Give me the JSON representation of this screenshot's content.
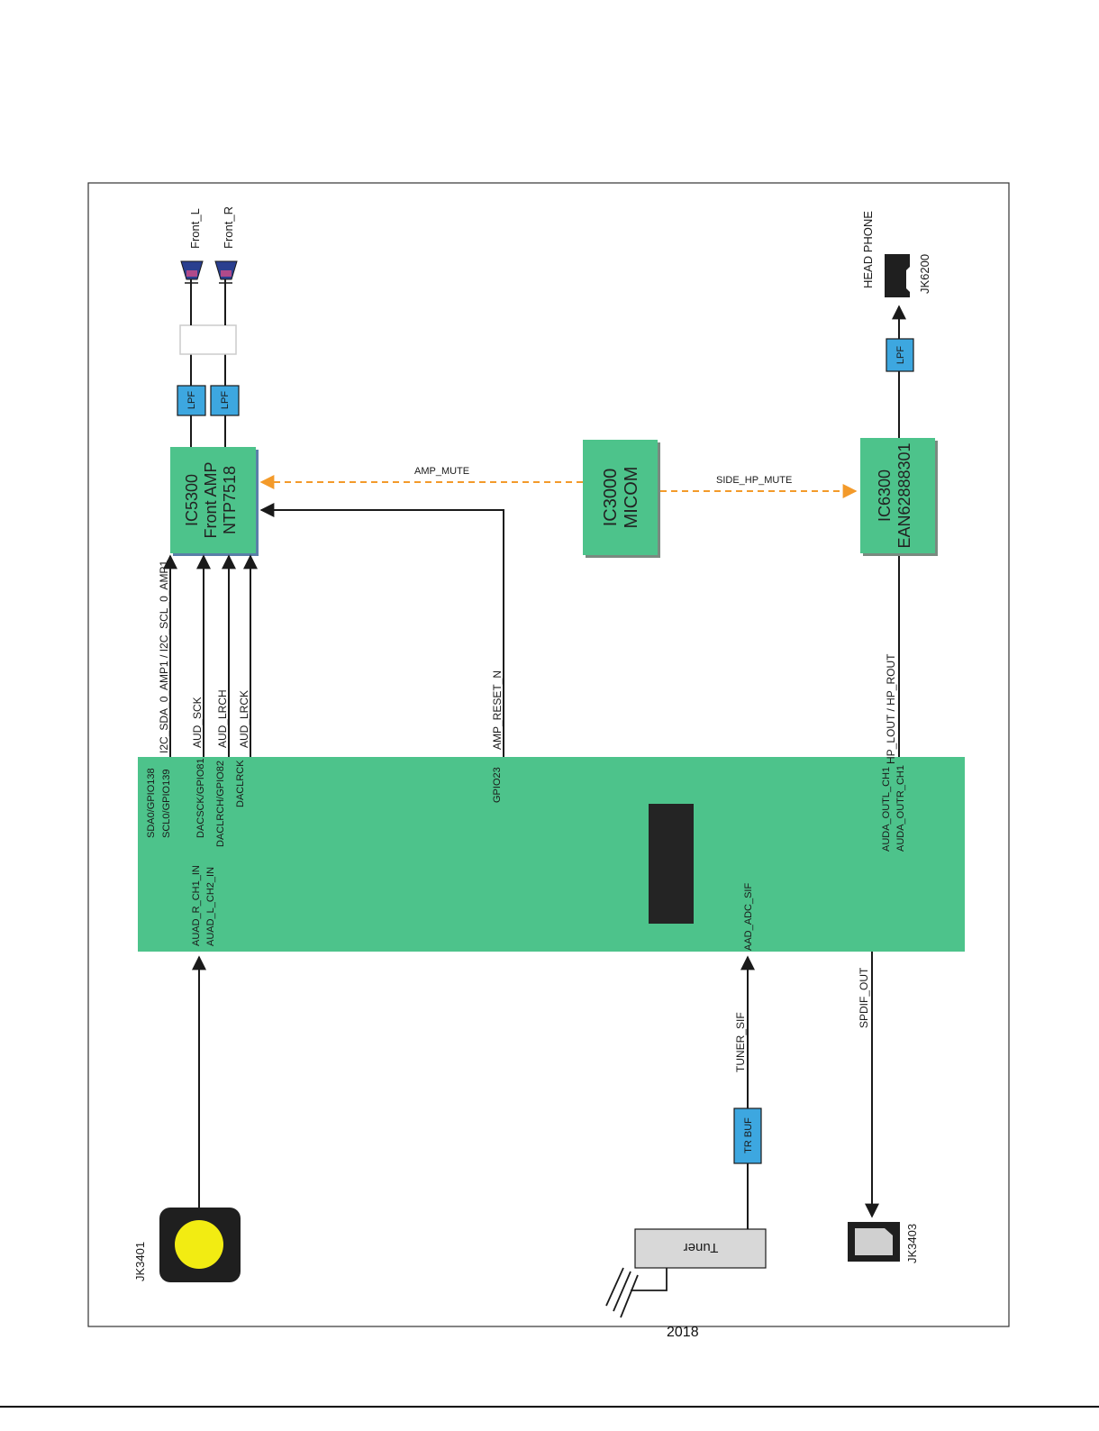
{
  "page_number": "2018",
  "colors": {
    "chip_green": "#4dc38b",
    "filter_blue": "#3da7e0",
    "mute_arrow_orange": "#f39a2a",
    "line": "#222222",
    "black_block": "#242424",
    "yellow_jack": "#f2ec12"
  },
  "blocks": {
    "ic5300": {
      "line1": "IC5300",
      "line2": "Front AMP",
      "line3": "NTP7518"
    },
    "ic3000": {
      "line1": "IC3000",
      "line2": "MICOM"
    },
    "ic6300": {
      "line1": "IC6300",
      "line2": "EAN62888301"
    },
    "lpf": "LPF",
    "trbuf": "TR BUF",
    "tuner": "Tuner"
  },
  "speakers": {
    "left": "Front_L",
    "right": "Front_R"
  },
  "jacks": {
    "headphone_label": "HEAD PHONE",
    "headphone_ref": "JK6200",
    "av_ref": "JK3401",
    "spdif_ref": "JK3403"
  },
  "signals": {
    "i2c": "I2C_SDA_0_AMP1 / I2C_SCL_0_AMP1",
    "aud_sck": "AUD_SCK",
    "aud_lrch": "AUD_LRCH",
    "aud_lrck": "AUD_LRCK",
    "amp_reset": "AMP_RESET_N",
    "amp_mute": "AMP_MUTE",
    "side_hp_mute": "SIDE_HP_MUTE",
    "hp_out": "HP_LOUT / HP_ROUT",
    "spdif_out": "SPDIF_OUT",
    "tuner_sif": "TUNER_SIF"
  },
  "main_pins": {
    "sda": "SDA0/GPIO138",
    "scl": "SCL0/GPIO139",
    "dacsck": "DACSCK/GPIO81",
    "daclrch": "DACLRCH/GPIO82",
    "daclrck": "DACLRCK",
    "gpio23": "GPIO23",
    "auda_outl": "AUDA_OUTL_CH1",
    "auda_outr": "AUDA_OUTR_CH1",
    "auad_r": "AUAD_R_CH1_IN",
    "auad_l": "AUAD_L_CH2_IN",
    "aad_adc": "AAD_ADC_SIF"
  }
}
